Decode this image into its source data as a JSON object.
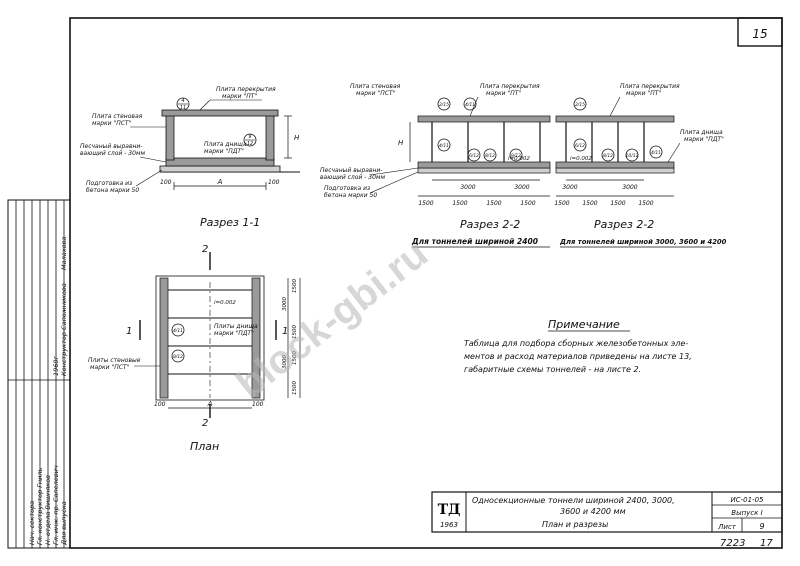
{
  "sheet": {
    "page_number": "15",
    "bottom_number": "7223",
    "bottom_number2": "17",
    "watermark": "block-gbi.ru"
  },
  "title_block": {
    "logo_letters": "ТД",
    "logo_year": "1963",
    "title_line1": "Односекционные тоннели шириной 2400, 3000,",
    "title_line2": "3600 и 4200 мм",
    "title_line3": "План и разрезы",
    "series_code": "ИС-01-05",
    "issue": "Выпуск I",
    "sheet_label": "Лист",
    "sheet_number": "9"
  },
  "side_stamp": {
    "col1": "Для выпуска",
    "col2": "Гл. инж. пр.   Сапелевич",
    "col3": "Н. отдела   Вишняков",
    "col4": "Гл. конструктор   Гниль",
    "col5": "Нач. сектора",
    "col6": "Конструктор   Сапожникова",
    "col7": "1960г",
    "col8": "Малахова"
  },
  "note": {
    "heading": "Примечание",
    "line1": "Таблица для подбора сборных железобетонных эле-",
    "line2": "ментов и расход материалов приведены на листе 13,",
    "line3": "габаритные схемы тоннелей - на листе 2."
  },
  "section11": {
    "title": "Разрез 1-1",
    "label_plate_top1": "Плита перекрытия",
    "label_plate_top2": "марки \"ПТ\"",
    "label_wall1": "Плита стеновая",
    "label_wall2": "марки \"ПСТ\"",
    "label_sand1": "Песчаный выравни-",
    "label_sand2": "вающий слой - 30мм",
    "label_bottom1": "Плита днища",
    "label_bottom2": "марки \"ПДТ\"",
    "label_prep1": "Подготовка из",
    "label_prep2": "бетона марки 50",
    "dim_a": "А",
    "dim_h": "Н",
    "dim_100a": "100",
    "dim_100b": "100",
    "mark_top_num": "4",
    "mark_top_den": "11",
    "mark_bot_num": "9",
    "mark_bot_den": "12"
  },
  "section22a": {
    "title": "Разрез 2-2",
    "subtitle": "Для тоннелей шириной 2400",
    "label_wall1": "Плита стеновая",
    "label_wall2": "марки \"ПСТ\"",
    "label_top1": "Плита перекрытия",
    "label_top2": "марки \"ПТ\"",
    "label_sand1": "Песчаный выравни-",
    "label_sand2": "вающий слой - 30мм",
    "label_prep1": "Подготовка из",
    "label_prep2": "бетона марки 50",
    "slope": "i=0.002",
    "dims": [
      "1500",
      "1500",
      "1500",
      "1500"
    ],
    "dims_mid": [
      "3000",
      "3000"
    ],
    "dim_h": "Н",
    "marks": [
      "2/15",
      "4/11",
      "6/12",
      "8/12",
      "9/12",
      "4/11"
    ]
  },
  "section22b": {
    "title": "Разрез 2-2",
    "subtitle": "Для тоннелей шириной 3000, 3600 и 4200",
    "label_top1": "Плита перекрытия",
    "label_top2": "марки \"ПТ\"",
    "label_bottom1": "Плита днища",
    "label_bottom2": "марки \"ПДТ\"",
    "slope": "i=0.002",
    "dims": [
      "1500",
      "1500",
      "1500",
      "1500"
    ],
    "dims_mid": [
      "3000",
      "3000"
    ],
    "marks": [
      "2/15",
      "6/12",
      "8/12",
      "10/12",
      "4/11"
    ]
  },
  "plan": {
    "title": "План",
    "cut_top": "2",
    "cut_bottom": "2",
    "cut_left": "1",
    "cut_right": "1",
    "label_bottom1": "Плиты днища",
    "label_bottom2": "марки \"ПДТ\"",
    "label_wall1": "Плиты стеновые",
    "label_wall2": "марки \"ПСТ\"",
    "slope": "i=0.002",
    "dims_right": [
      "1500",
      "3000",
      "1500",
      "1500",
      "3000",
      "1500"
    ],
    "dim_a": "А",
    "dim_100a": "100",
    "dim_100b": "100",
    "mark1": "8/12",
    "mark2": "4/11"
  }
}
